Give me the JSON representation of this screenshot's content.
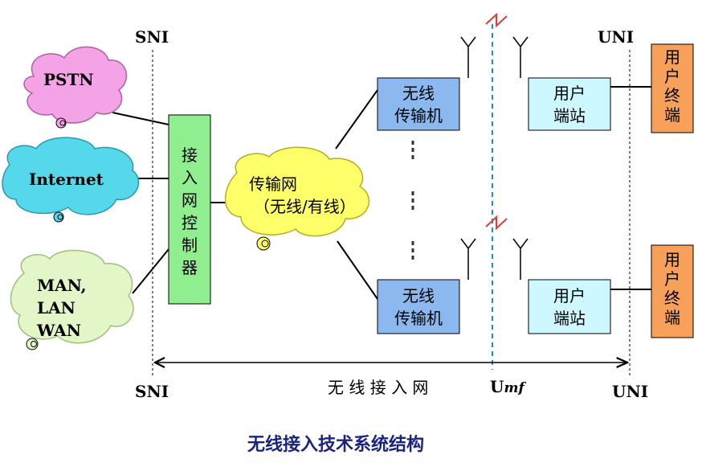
{
  "labels": {
    "sni_top": "SNI",
    "sni_bottom": "SNI",
    "uni_top": "UNI",
    "uni_bottom": "UNI",
    "umf": "Umf",
    "umf_base": "U",
    "umf_sub": "mf",
    "access_network_span": "无 线 接 入 网",
    "caption": "无线接入技术系统结构"
  },
  "clouds": {
    "pstn": "PSTN",
    "internet": "Internet",
    "man_lines": [
      "MAN,",
      "LAN",
      "WAN"
    ],
    "transport_lines": [
      "传输网",
      "（无线/有线）"
    ]
  },
  "controller": {
    "chars": [
      "接",
      "入",
      "网",
      "控",
      "制",
      "器"
    ]
  },
  "transmitters": [
    {
      "lines": [
        "无线",
        "传输机"
      ]
    },
    {
      "lines": [
        "无线",
        "传输机"
      ]
    }
  ],
  "user_stations": [
    {
      "lines": [
        "用户",
        "端站"
      ]
    },
    {
      "lines": [
        "用户",
        "端站"
      ]
    }
  ],
  "terminals": [
    {
      "chars": [
        "用",
        "户",
        "终",
        "端"
      ]
    },
    {
      "chars": [
        "用",
        "户",
        "终",
        "端"
      ]
    }
  ],
  "colors": {
    "pstn_cloud": "#f4a3e6",
    "internet_cloud": "#55d8ea",
    "man_cloud": "#e3f6c8",
    "transport_cloud": "#ffff6a",
    "controller": "#8fef8f",
    "transmitter": "#8cb8f0",
    "user_station": "#cdf8ff",
    "terminal": "#f6a05a",
    "caption": "#1a237e",
    "umf_line": "#1e88e5",
    "lightning": "#e53935"
  }
}
